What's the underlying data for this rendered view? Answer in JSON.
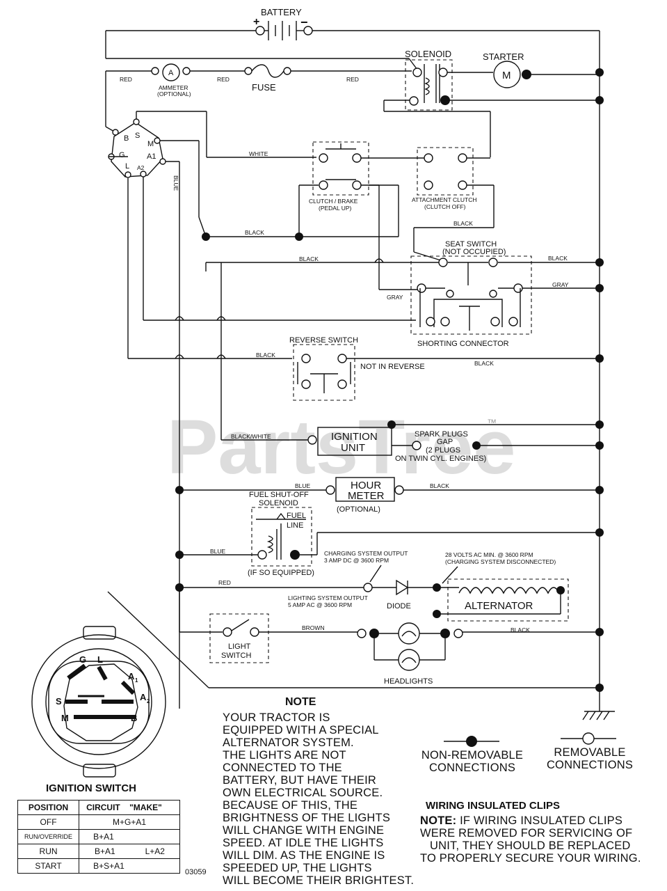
{
  "labels": {
    "battery": "BATTERY",
    "battery_plus": "+",
    "battery_minus": "−",
    "solenoid": "SOLENOID",
    "starter": "STARTER",
    "starter_m": "M",
    "ammeter_a": "A",
    "ammeter": "AMMETER",
    "ammeter_optional": "(OPTIONAL)",
    "fuse": "FUSE",
    "red": "RED",
    "white": "WHITE",
    "blue": "BLUE",
    "black": "BLACK",
    "gray": "GRAY",
    "brown": "BROWN",
    "black_white": "BLACK/WHITE",
    "clutch_brake": "CLUTCH / BRAKE",
    "pedal_up": "(PEDAL UP)",
    "attachment_clutch": "ATTACHMENT CLUTCH",
    "clutch_off": "(CLUTCH OFF)",
    "seat_switch": "SEAT SWITCH",
    "not_occupied": "(NOT OCCUPIED)",
    "shorting_connector": "SHORTING CONNECTOR",
    "reverse_switch": "REVERSE SWITCH",
    "not_in_reverse": "NOT IN REVERSE",
    "ignition_unit": "IGNITION",
    "ignition_unit_2": "UNIT",
    "spark_plugs_1": "SPARK PLUGS",
    "spark_plugs_2": "GAP",
    "spark_plugs_3": "(2 PLUGS",
    "spark_plugs_4": "ON TWIN CYL. ENGINES)",
    "hour_meter_1": "HOUR",
    "hour_meter_2": "METER",
    "optional": "(OPTIONAL)",
    "fuel_shutoff_1": "FUEL SHUT-OFF",
    "fuel_shutoff_2": "SOLENOID",
    "fuel_line_1": "FUEL",
    "fuel_line_2": "LINE",
    "if_so_equipped": "(IF SO EQUIPPED)",
    "charging_out_1": "CHARGING SYSTEM OUTPUT",
    "charging_out_2": "3 AMP DC @ 3600 RPM",
    "alt_volts_1": "28 VOLTS AC MIN. @ 3600 RPM",
    "alt_volts_2": "(CHARGING SYSTEM DISCONNECTED)",
    "lighting_out_1": "LIGHTING SYSTEM OUTPUT",
    "lighting_out_2": "5 AMP AC @ 3600 RPM",
    "diode": "DIODE",
    "alternator": "ALTERNATOR",
    "light_switch_1": "LIGHT",
    "light_switch_2": "SWITCH",
    "headlights": "HEADLIGHTS",
    "term_b": "B",
    "term_s": "S",
    "term_m": "M",
    "term_g": "G",
    "term_a1": "A1",
    "term_l": "L",
    "term_a2": "A2",
    "ign_g": "G",
    "ign_l": "L",
    "ign_a1": "A",
    "ign_a1_sub": "1",
    "ign_s": "S",
    "ign_a2": "A",
    "ign_a2_sub": "2",
    "ign_m": "M",
    "ign_b": "B",
    "watermark": "PartsTree",
    "watermark_tm": "™",
    "drawing_number": "03059"
  },
  "note": {
    "title": "NOTE",
    "lines": [
      "YOUR TRACTOR IS",
      "EQUIPPED WITH A SPECIAL",
      "ALTERNATOR SYSTEM.",
      "THE LIGHTS ARE NOT",
      "CONNECTED TO THE",
      "BATTERY, BUT HAVE THEIR",
      "OWN ELECTRICAL SOURCE.",
      "BECAUSE OF THIS, THE",
      "BRIGHTNESS OF THE LIGHTS",
      "WILL CHANGE WITH ENGINE",
      "SPEED.  AT IDLE THE LIGHTS",
      "WILL DIM.  AS THE ENGINE IS",
      "SPEEDED UP, THE LIGHTS",
      "WILL BECOME THEIR BRIGHTEST."
    ]
  },
  "legend": {
    "non_removable_1": "NON-REMOVABLE",
    "non_removable_2": "CONNECTIONS",
    "removable_1": "REMOVABLE",
    "removable_2": "CONNECTIONS"
  },
  "clips": {
    "title": "WIRING INSULATED CLIPS",
    "note_label": "NOTE:",
    "line1": "IF WIRING INSULATED CLIPS",
    "line2": "WERE REMOVED FOR SERVICING OF",
    "line3": "UNIT, THEY SHOULD BE REPLACED",
    "line4": "TO PROPERLY SECURE YOUR WIRING."
  },
  "ignition_switch": {
    "title": "IGNITION SWITCH",
    "headers": [
      "POSITION",
      "CIRCUIT",
      "\"MAKE\""
    ],
    "rows": [
      {
        "position": "OFF",
        "circuit": "M+G+A1",
        "extra": ""
      },
      {
        "position": "RUN/OVERRIDE",
        "circuit": "B+A1",
        "extra": ""
      },
      {
        "position": "RUN",
        "circuit": "B+A1",
        "extra": "L+A2"
      },
      {
        "position": "START",
        "circuit": "B+S+A1",
        "extra": ""
      }
    ]
  }
}
